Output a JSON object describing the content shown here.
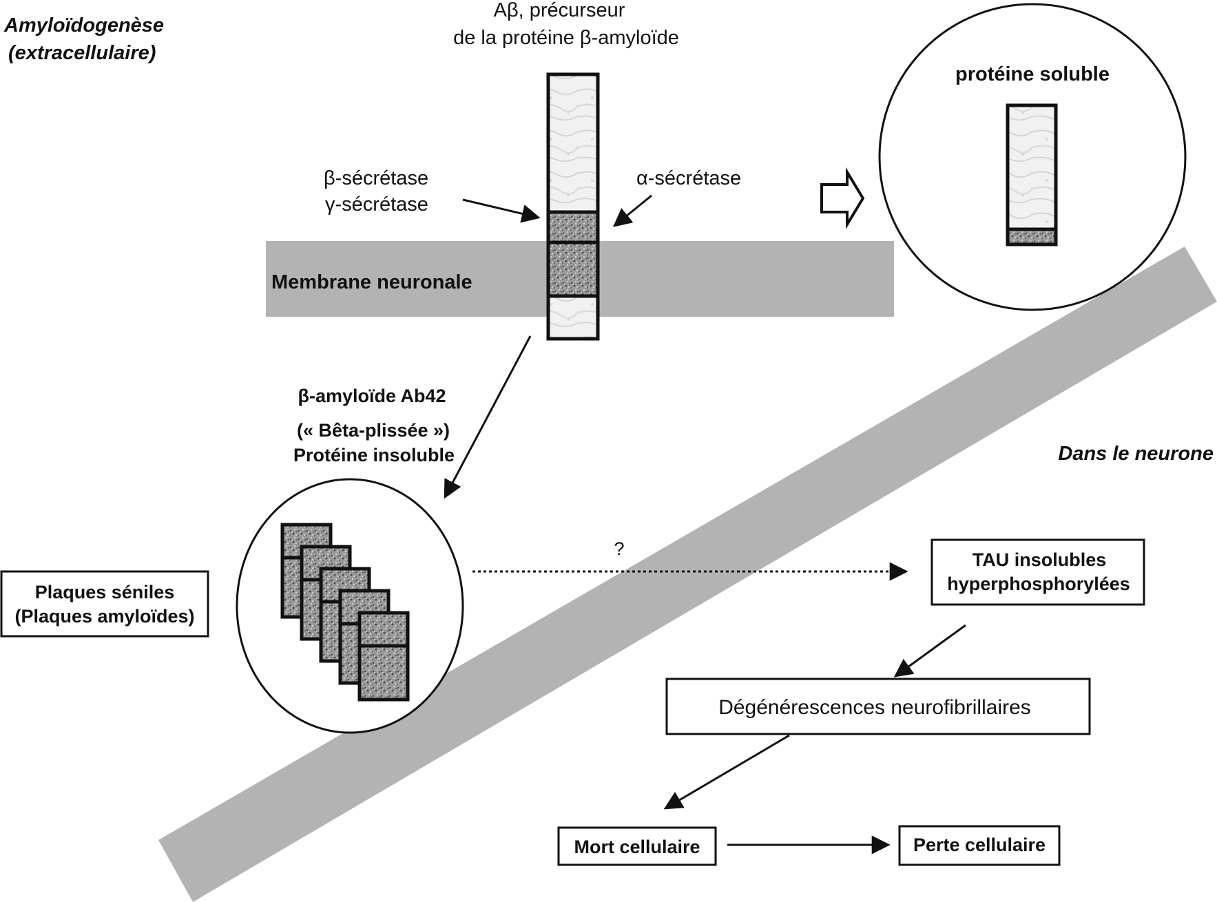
{
  "title_extracellular": [
    "Amyloïdogenèse",
    "(extracellulaire)"
  ],
  "title_intraneuron": "Dans le neurone",
  "precursor_label": [
    "Aβ, précurseur",
    "de la protéine β-amyloïde"
  ],
  "beta_gamma_secretase": [
    "β-sécrétase",
    "γ-sécrétase"
  ],
  "alpha_secretase": "α-sécrétase",
  "membrane_label": "Membrane neuronale",
  "soluble_protein_label": "protéine soluble",
  "amyloid_label": [
    "β-amyloïde Ab42",
    "(« Bêta-plissée »)",
    "Protéine insoluble"
  ],
  "plaques_label": [
    "Plaques séniles",
    "(Plaques amyloïdes)"
  ],
  "question_mark": "?",
  "tau_label": [
    "TAU insolubles",
    "hyperphosphorylées"
  ],
  "degeneration_label": "Dégénérescences neurofibrillaires",
  "cell_death_label": "Mort cellulaire",
  "cell_loss_label": "Perte cellulaire",
  "colors": {
    "band_gray": "#b3b3b3",
    "stroke": "#111111",
    "stipple_dark": "#7d7d7d",
    "stipple_light": "#e8e8e8"
  }
}
